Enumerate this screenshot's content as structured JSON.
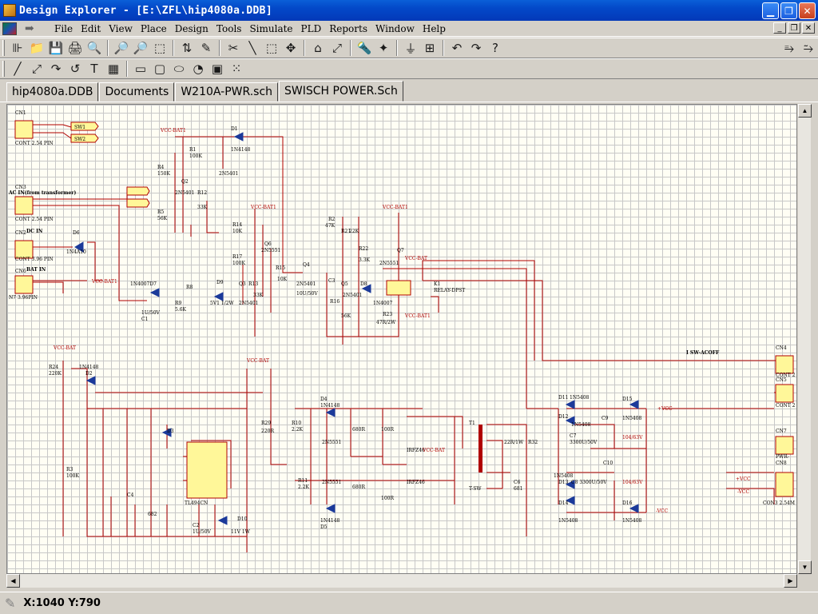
{
  "window": {
    "title": "Design Explorer - [E:\\ZFL\\hip4080a.DDB]",
    "minimize": "▁",
    "restore": "❐",
    "close": "✕"
  },
  "menu": {
    "items": [
      "File",
      "Edit",
      "View",
      "Place",
      "Design",
      "Tools",
      "Simulate",
      "PLD",
      "Reports",
      "Window",
      "Help"
    ]
  },
  "mdi": {
    "minimize": "_",
    "restore": "❐",
    "close": "✕"
  },
  "toolbar1": {
    "icons": [
      "📁",
      "💾",
      "🖨",
      "🔍",
      "🔎",
      "🔎",
      "⇅",
      "✎",
      "✂",
      "⬚",
      "✥",
      "⌂",
      "⤢",
      "🔦",
      "✦",
      "⏚",
      "⊞",
      "↶",
      "↷",
      "?"
    ]
  },
  "toolbar2": {
    "icons": [
      "╱",
      "⤢",
      "↷",
      "↺",
      "T",
      "▦",
      "▭",
      "▢",
      "⬭",
      "◔",
      "▣",
      "⁙"
    ]
  },
  "tabs": [
    "hip4080a.DDB",
    "Documents",
    "W210A-PWR.sch",
    "SWISCH POWER.Sch"
  ],
  "status": {
    "coords": "X:1040 Y:790"
  },
  "schematic": {
    "labels": {
      "cn1": "CN1",
      "cont1": "CONT 2.54 PIN",
      "sw1": "SW1",
      "sw2": "SW2",
      "cn3": "CN3",
      "acin": "AC IN(from transformer)",
      "cont3": "CONT 2.54 PIN",
      "cn2": "CN2",
      "dcin": "DC IN",
      "cont2": "CONT 3.96 PIN",
      "d6": "D6",
      "d6v": "1N4A10",
      "cn6": "CN6",
      "batin": "BAT IN",
      "cont6": "N7 3.96PIN",
      "vccbat1a": "VCC-BAT1",
      "vccbat1b": "VCC-BAT1",
      "d1": "D1",
      "d1v": "1N4148",
      "r1": "R1",
      "r1v": "100K",
      "r4": "R4",
      "r4v": "150K",
      "q2": "Q2",
      "q2v": "2N5401",
      "r12": "R12",
      "r12v": "33K",
      "r5": "R5",
      "r5v": "56K",
      "q1v": "2N5401",
      "vccbat1c": "VCC-BAT1",
      "r14": "R14",
      "r14v": "10K",
      "r17": "R17",
      "r17v": "100K",
      "q6": "Q6",
      "q6v": "2N5551",
      "r2": "R2",
      "r2v": "47K",
      "vccbat1d": "VCC-BAT1",
      "r21": "R21",
      "r21v": "22K",
      "r22": "R22",
      "r22v": "3.3K",
      "q7": "Q7",
      "q7v": "2N5551",
      "vccbat": "VCC-BAT",
      "k1": "K1",
      "relay": "RELAY-DPST",
      "r15": "R15",
      "r15v": "10K",
      "q4": "Q4",
      "q4v": "2N5401",
      "c3": "C3",
      "c3v": "10U/50V",
      "q5": "Q5",
      "q5v": "2N5401",
      "r16": "R16",
      "r16v": "56K",
      "d8": "D8",
      "d8v": "1N4007",
      "r23": "R23",
      "r23v": "47R/2W",
      "vccbat1e": "VCC-BAT1",
      "d7v": "1N4007D7",
      "r8": "R8",
      "d9": "D9",
      "d9v": "5V1 1/2W",
      "q3": "Q3",
      "r13": "R13",
      "r13v": "33K",
      "q3v": "2N5401",
      "r9": "R9",
      "r9v": "5.6K",
      "c1v": "1U/50V",
      "c1": "C1",
      "vccbat2": "VCC-BAT",
      "r24": "R24",
      "r24v": "220K",
      "d2v": "1N4148",
      "d2": "D2",
      "vccbat3": "VCC-BAT",
      "r29": "R29",
      "r29v": "220R",
      "u1": "TL494CN",
      "d3": "D3",
      "r3": "R3",
      "r3v": "100K",
      "c2": "C2",
      "c2v": "1U/50V",
      "d10": "D10",
      "d10v": "11V 1W",
      "c4": "C4",
      "c4v": "682",
      "d4": "D4",
      "d4v": "1N4148",
      "r10": "R10",
      "r10v": "2.2K",
      "q8v": "2N5551",
      "r30v": "680R",
      "r19v": "100R",
      "q10v": "IRFZ46",
      "vccbat4": "VCC-BAT",
      "q11v": "IRFZ46",
      "r11": "R11",
      "r11v": "2.2K",
      "q9v": "2N5551",
      "r31v": "680R",
      "r20v": "100R",
      "d5v": "1N4148",
      "d5": "D5",
      "t1": "T1",
      "tsw": "T-SW",
      "r32": "22R/1W",
      "r32n": "R32",
      "c6": "C6",
      "c6v": "681",
      "d11v": "1N5408",
      "d11": "D11",
      "d12": "D12",
      "d12v": "1N5408",
      "c7": "C7",
      "c7v": "3300U/50V",
      "c9": "C9",
      "c9v": "104/63V",
      "d15": "D15",
      "d15v": "1N5408",
      "pvcc": "+VCC",
      "c10": "C10",
      "c10v": "104/63V",
      "c8v": "C8 3300U/50V",
      "d13v": "1N5408",
      "d13": "D13",
      "d14": "D14",
      "d14v": "1N5408",
      "d16": "D16",
      "d16v": "1N5408",
      "nvcc": "-VCC",
      "cn4": "CN4",
      "isw": "I SW-ACOFF",
      "cont7a": "CONT 2",
      "cn5": "CN5",
      "cont7b": "CONT 2",
      "cn7": "CN7",
      "pwr": "PWR-",
      "cn8": "CN8",
      "plusvcc": "+VCC",
      "minusvcc": "-VCC",
      "cont8": "CON3 2.54M"
    }
  }
}
